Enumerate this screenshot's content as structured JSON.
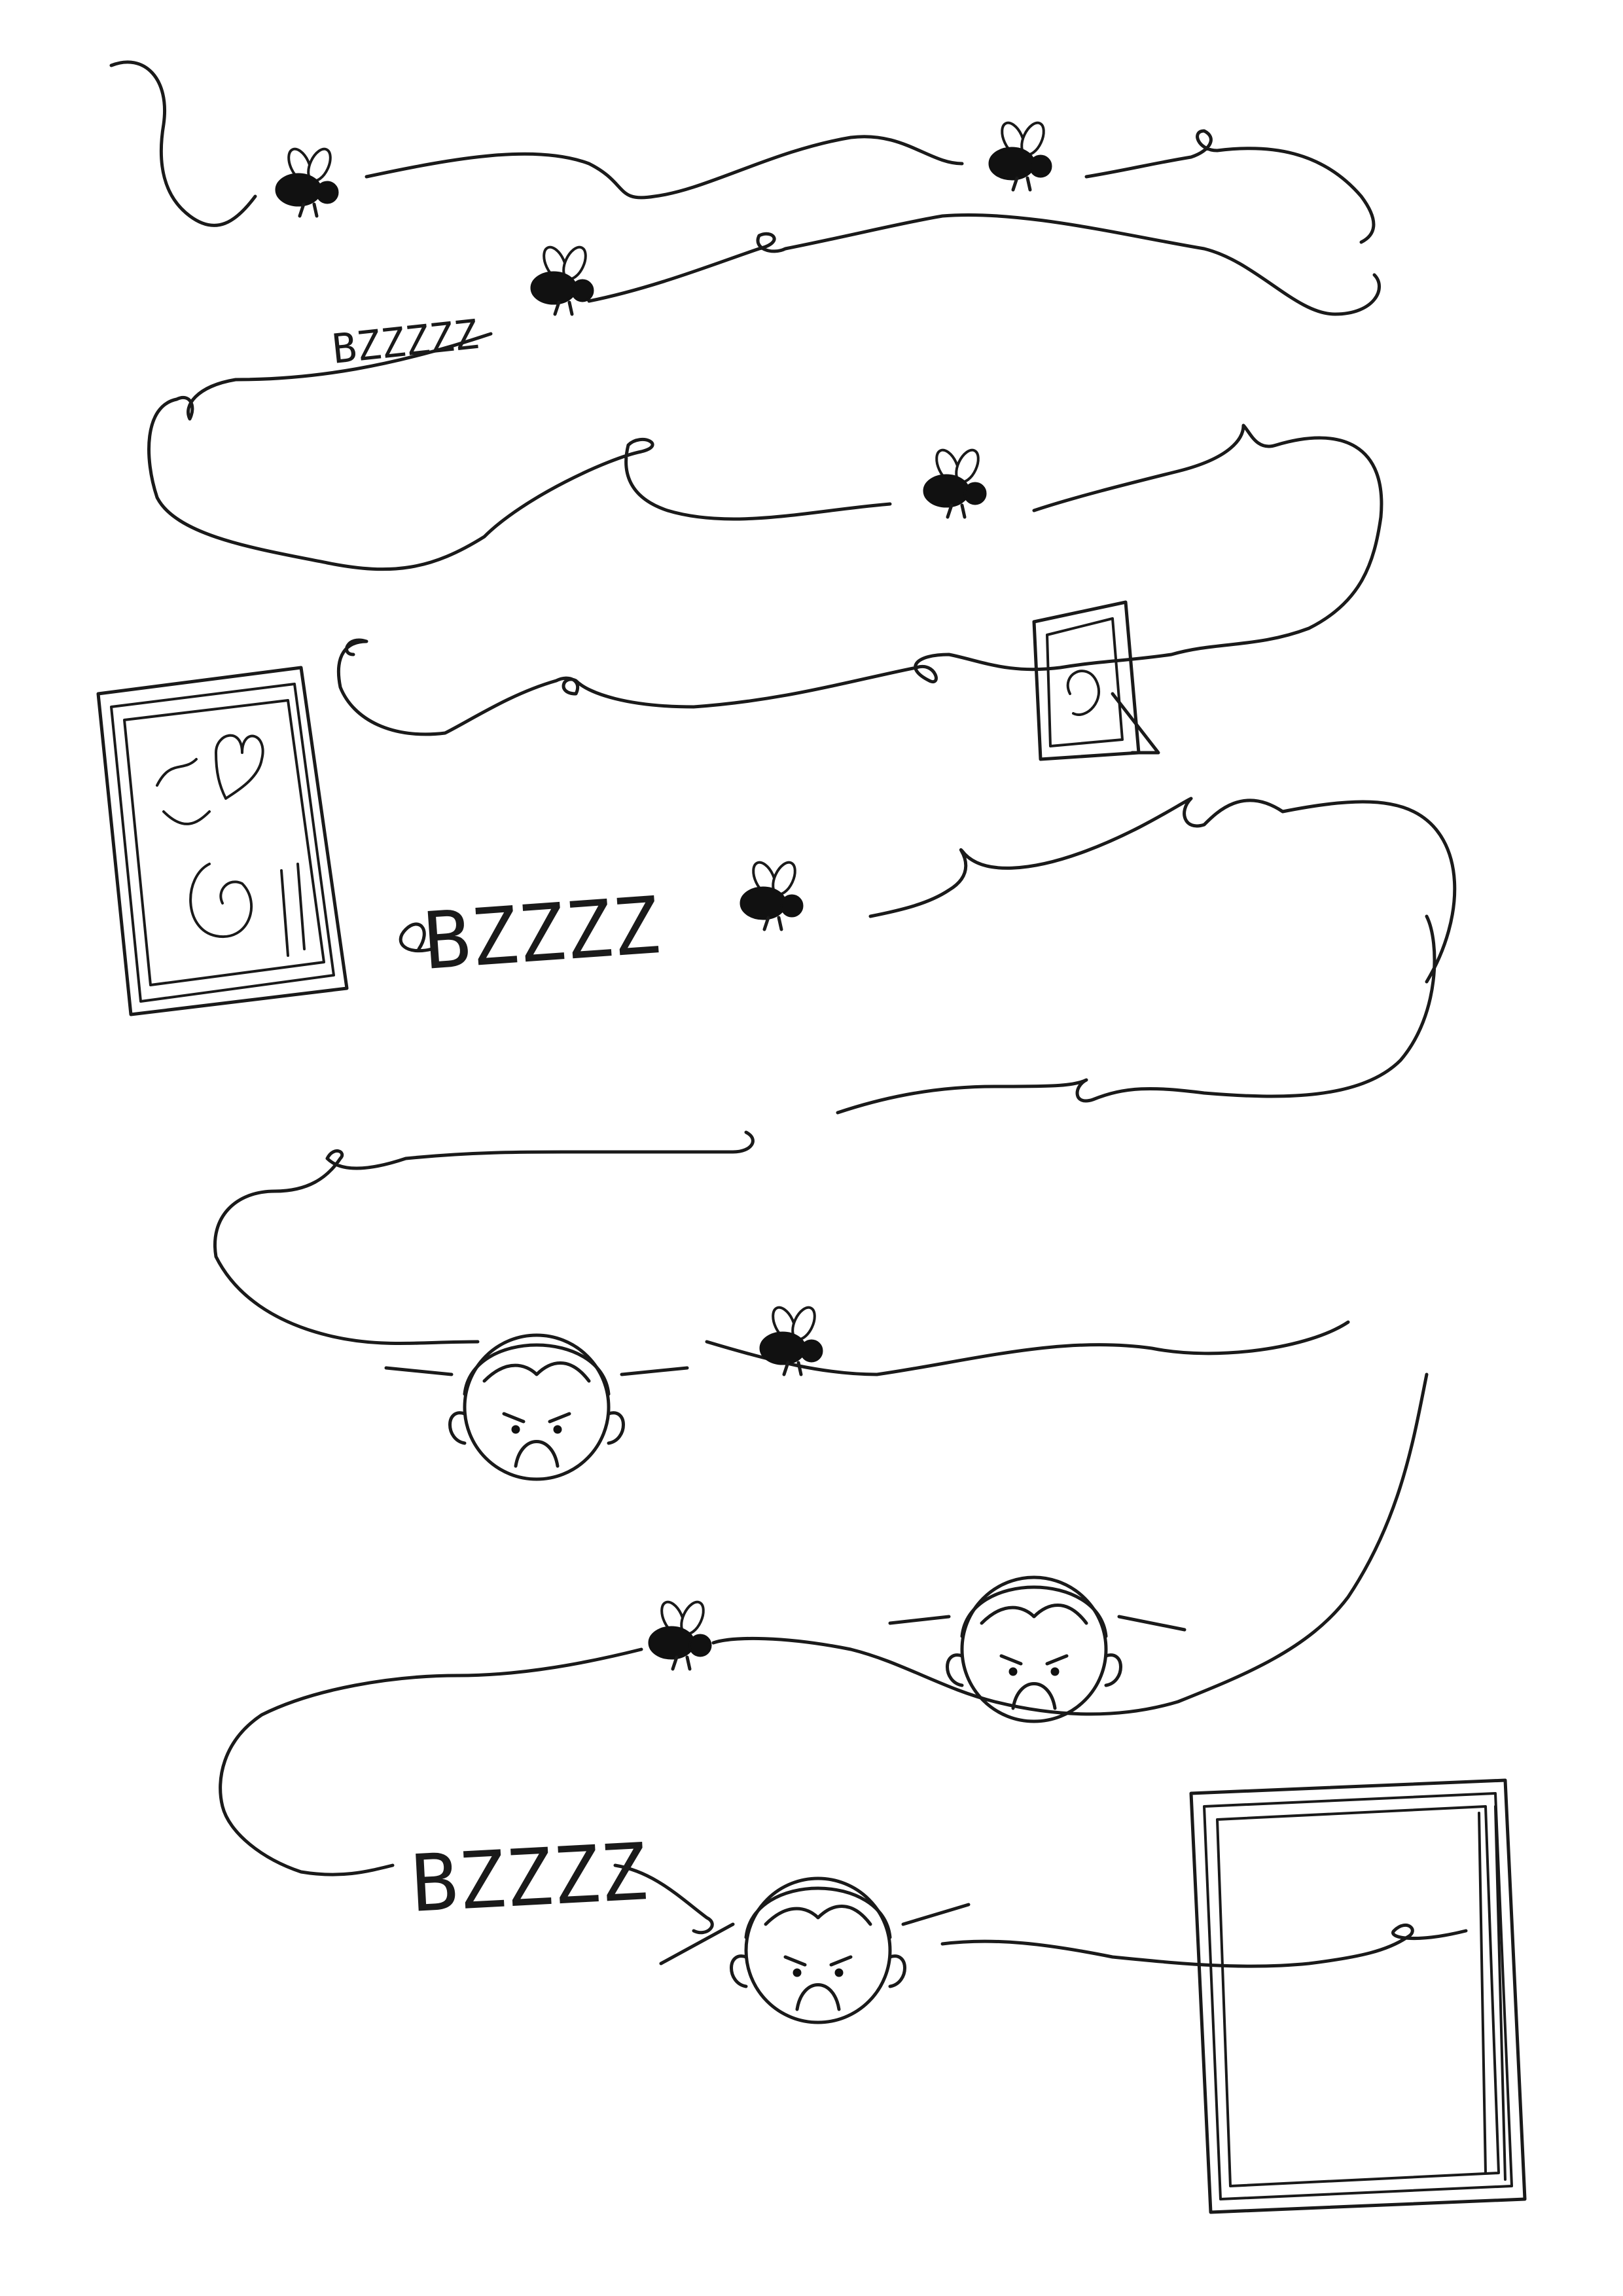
{
  "buzz_texts": [
    "BZZZZZ",
    "BZZZZ",
    "BZZZZ"
  ],
  "ink_color": "#1a1a1a",
  "paper_color": "#ffffff",
  "icons": [
    "fly-icon",
    "picture-frame-icon",
    "photo-frame-icon",
    "angry-face-icon",
    "window-frame-icon"
  ]
}
